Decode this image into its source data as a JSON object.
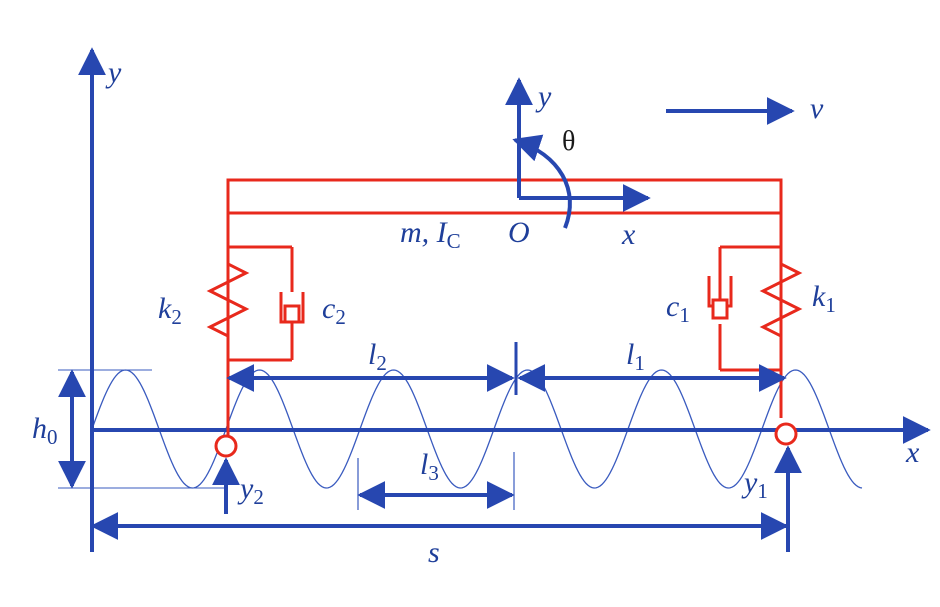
{
  "colors": {
    "axis_blue": "#2747b0",
    "thin_blue": "#3a5bbf",
    "label_blue": "#1f3f9a",
    "body_red": "#e8291c",
    "bg": "#ffffff"
  },
  "labels": {
    "global_y_axis": "y",
    "global_x_axis": "x",
    "body_y_axis": "y",
    "body_x_axis": "x",
    "theta": "θ",
    "velocity": "v",
    "origin": "O",
    "mass_m": "m, I",
    "mass_inertia_sub": "C",
    "spring_2": "k",
    "spring_2_sub": "2",
    "damper_2": "c",
    "damper_2_sub": "2",
    "spring_1": "k",
    "spring_1_sub": "1",
    "damper_1": "c",
    "damper_1_sub": "1",
    "dist_l2": "l",
    "dist_l2_sub": "2",
    "dist_l1": "l",
    "dist_l1_sub": "1",
    "dist_l3": "l",
    "dist_l3_sub": "3",
    "amplitude_h": "h",
    "amplitude_h_sub": "0",
    "input_y2": "y",
    "input_y2_sub": "2",
    "input_y1": "y",
    "input_y1_sub": "1",
    "dist_s": "s"
  }
}
